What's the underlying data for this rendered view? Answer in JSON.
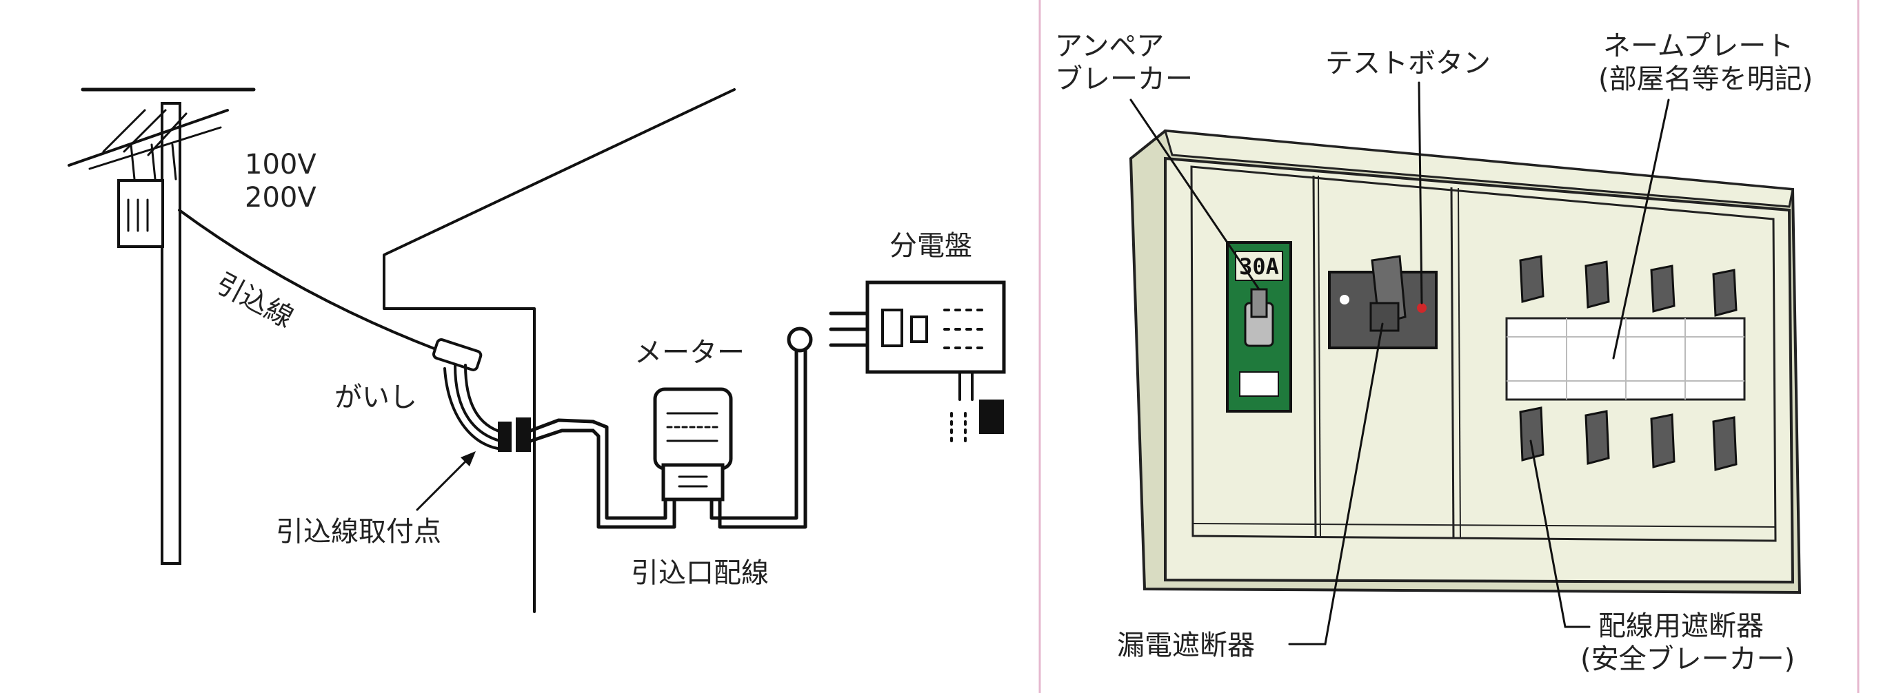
{
  "left_panel": {
    "voltage_top": "100V",
    "voltage_bottom": "200V",
    "service_drop": "引込線",
    "insulator": "がいし",
    "attachment_point": "引込線取付点",
    "meter": "メーター",
    "service_entrance_wiring": "引込口配線",
    "distribution_board": "分電盤"
  },
  "right_panel": {
    "ampere_breaker_line1": "アンペア",
    "ampere_breaker_line2": "ブレーカー",
    "test_button": "テストボタン",
    "nameplate_line1": "ネームプレート",
    "nameplate_line2": "(部屋名等を明記)",
    "ground_fault_breaker": "漏電遮断器",
    "branch_breaker_line1": "配線用遮断器",
    "branch_breaker_line2": "(安全ブレーカー)",
    "ampere_rating": "30A"
  },
  "colors": {
    "panel_face": "#eef0dd",
    "panel_shadow": "#d9dcc2",
    "breaker_green": "#1f7a3c",
    "switch_gray": "#555555",
    "test_red": "#d0282a",
    "divider_pink": "#e6b8cf"
  }
}
